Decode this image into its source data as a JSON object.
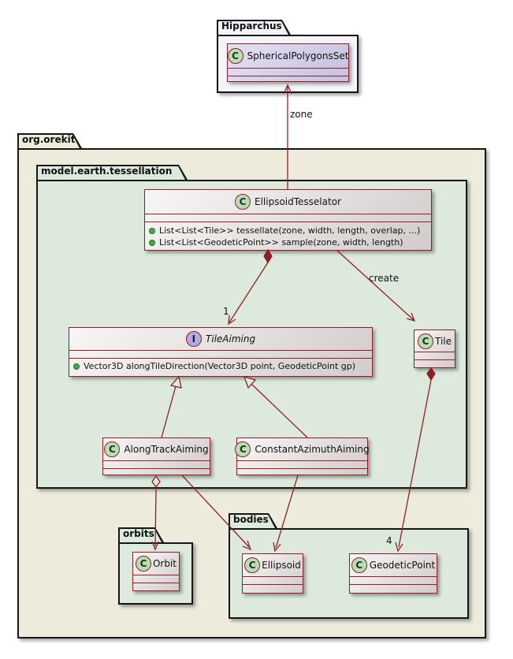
{
  "packages": {
    "hipparchus": {
      "label": "Hipparchus"
    },
    "org_orekit": {
      "label": "org.orekit"
    },
    "tessellation": {
      "label": "model.earth.tessellation"
    },
    "orbits": {
      "label": "orbits"
    },
    "bodies": {
      "label": "bodies"
    }
  },
  "classes": {
    "spherical_polygons_set": {
      "icon": "C",
      "name": "SphericalPolygonsSet"
    },
    "ellipsoid_tesselator": {
      "icon": "C",
      "name": "EllipsoidTesselator",
      "methods": [
        "List<List<Tile>> tessellate(zone, width, length, overlap, ...)",
        "List<List<GeodeticPoint>> sample(zone, width, length)"
      ]
    },
    "tile_aiming": {
      "icon": "I",
      "name": "TileAiming",
      "methods": [
        "Vector3D alongTileDirection(Vector3D point, GeodeticPoint gp)"
      ]
    },
    "tile": {
      "icon": "C",
      "name": "Tile"
    },
    "along_track_aiming": {
      "icon": "C",
      "name": "AlongTrackAiming"
    },
    "constant_azimuth_aiming": {
      "icon": "C",
      "name": "ConstantAzimuthAiming"
    },
    "orbit": {
      "icon": "C",
      "name": "Orbit"
    },
    "ellipsoid": {
      "icon": "C",
      "name": "Ellipsoid"
    },
    "geodetic_point": {
      "icon": "C",
      "name": "GeodeticPoint"
    }
  },
  "edge_labels": {
    "zone": "zone",
    "create": "create",
    "tile_aiming_multiplicity": "1",
    "geodetic_point_multiplicity": "4"
  },
  "colors": {
    "edge_red": "#8f1f26",
    "package_green": "#dde9dc",
    "package_beige": "#edecdc",
    "class_icon_green": "#b9ddb5",
    "interface_icon_purple": "#b6a8e0"
  }
}
